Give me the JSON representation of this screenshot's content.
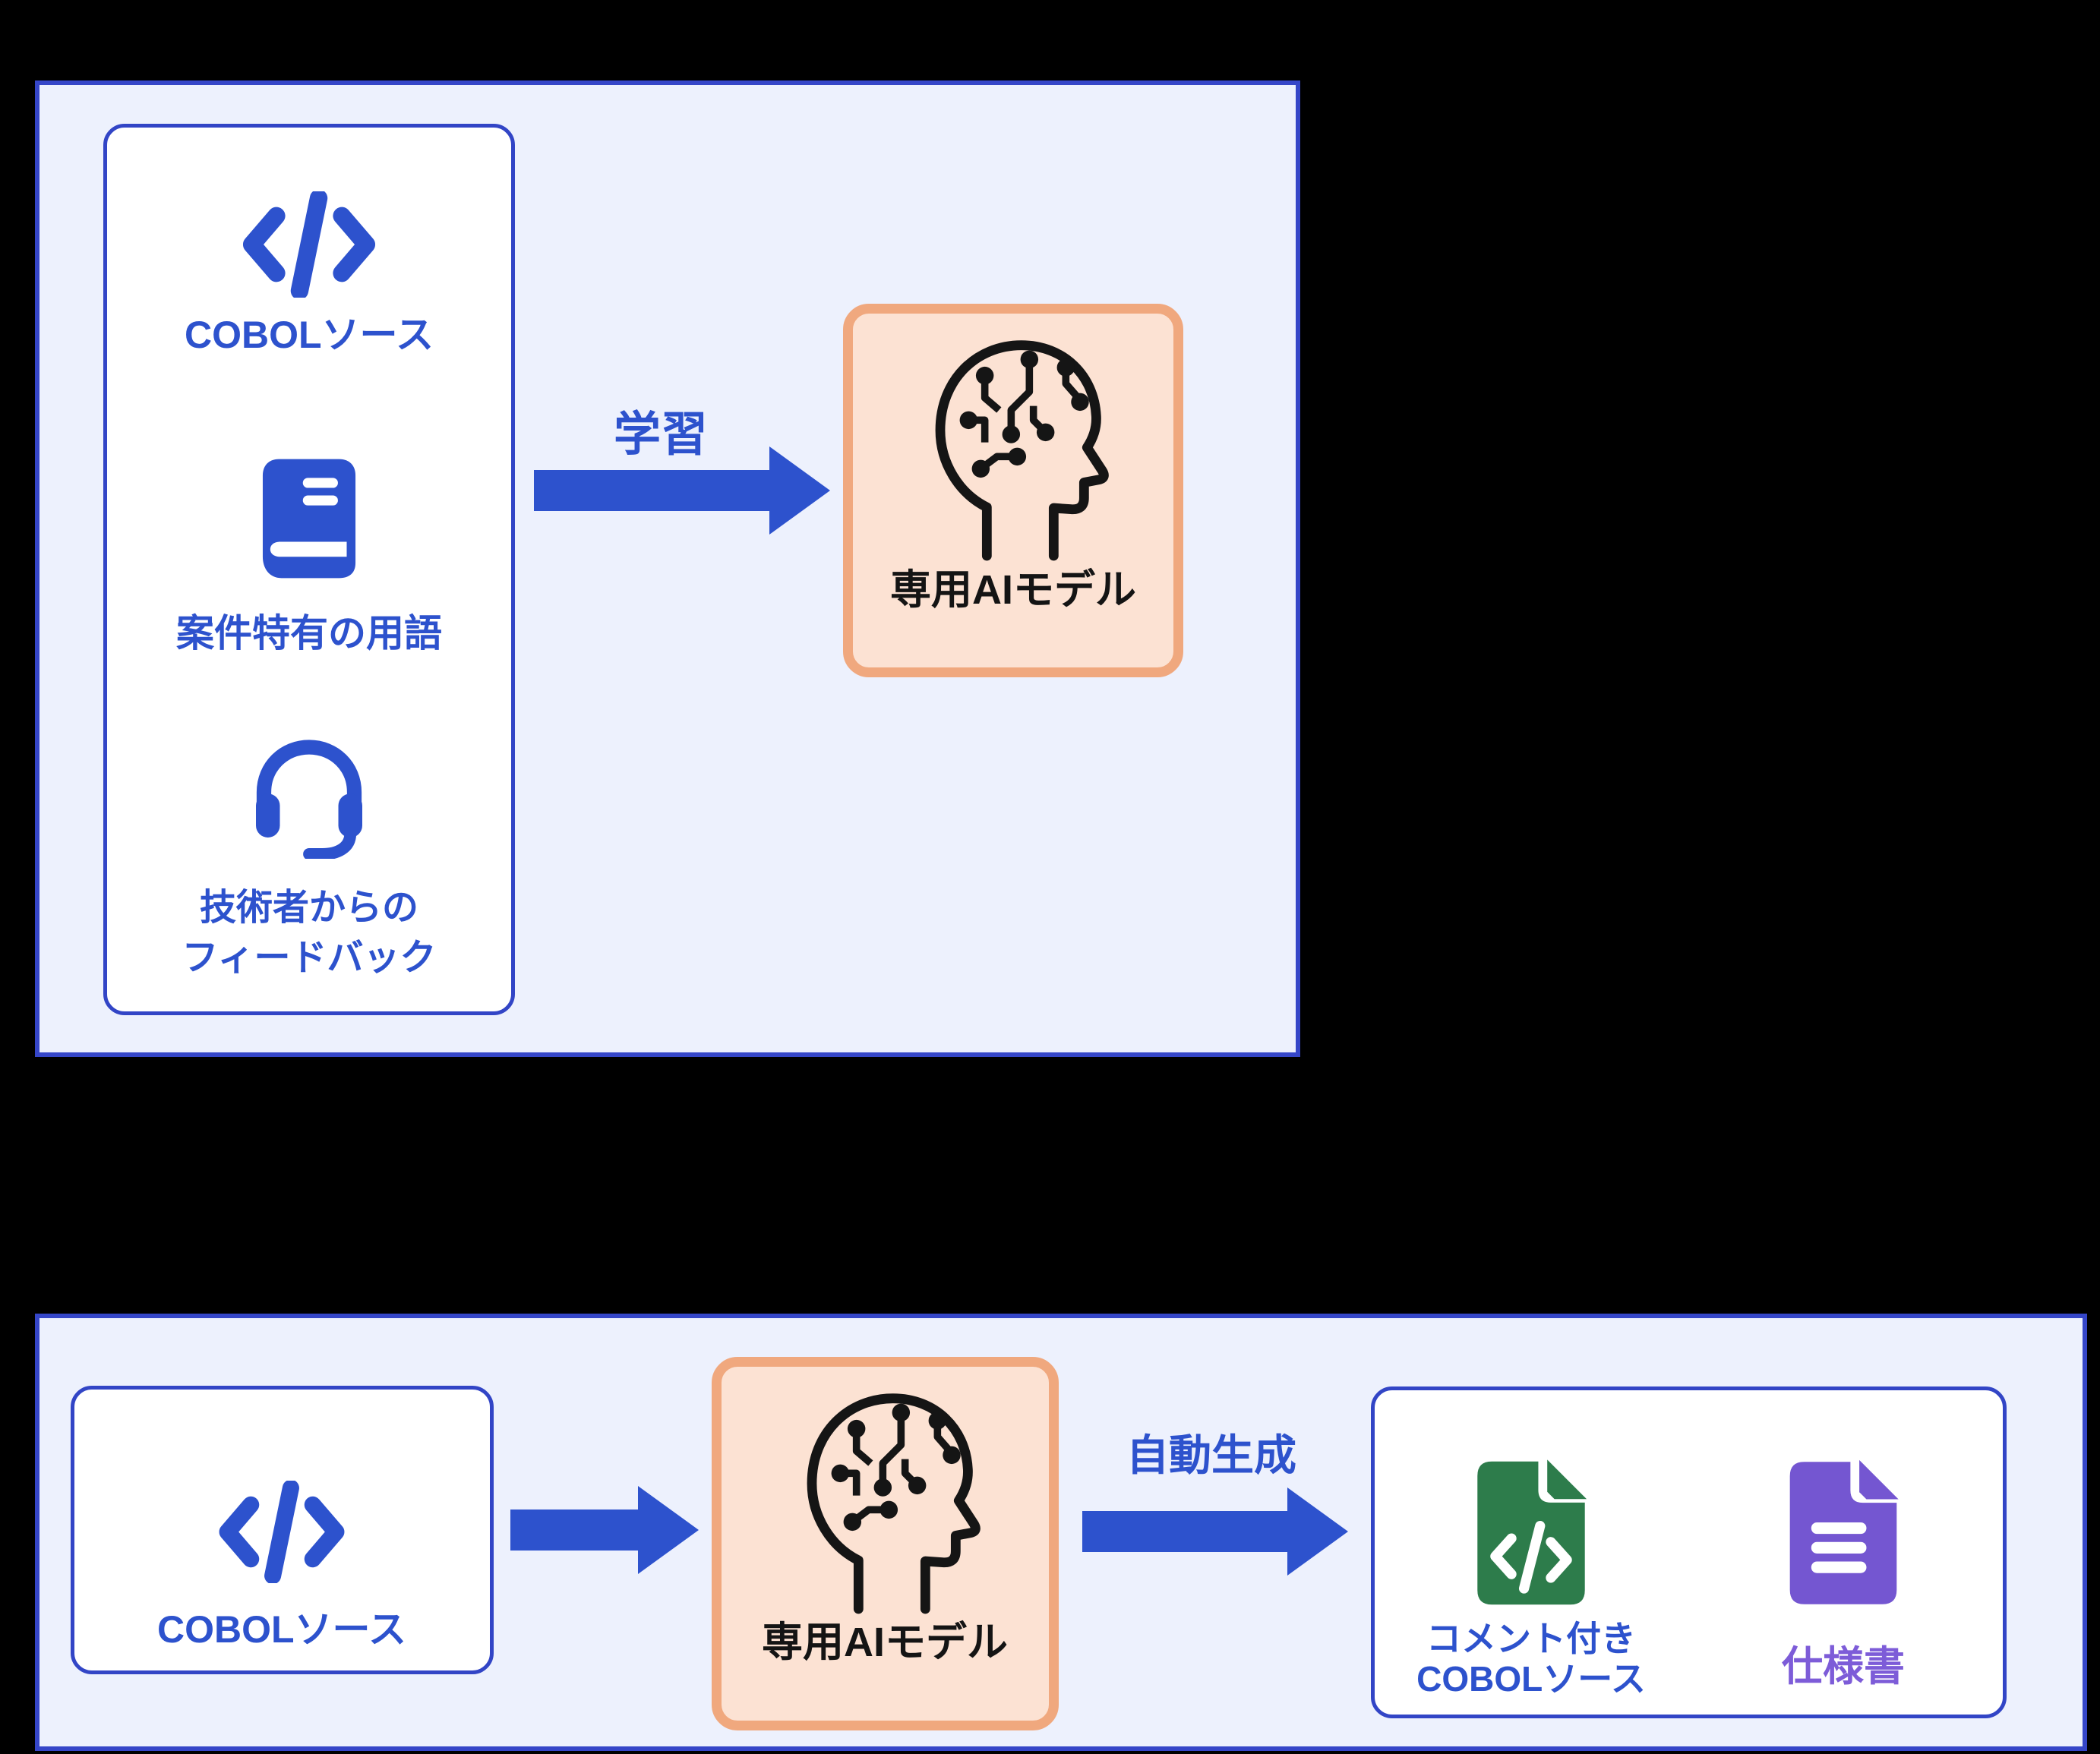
{
  "diagram": {
    "type": "flow-diagram",
    "language": "ja"
  },
  "colors": {
    "background": "#000000",
    "panel_fill": "#edf1fd",
    "panel_border": "#3546c8",
    "box_border": "#3245c6",
    "accent_blue": "#2d52cd",
    "model_fill": "#fce2d3",
    "model_border": "#f0a87e",
    "model_text": "#141414",
    "green_icon": "#2d7c4b",
    "purple_icon": "#7456d1",
    "purple_text": "#7d5cd8"
  },
  "training": {
    "inputs": {
      "cobol": {
        "icon": "code-icon",
        "label": "COBOLソース"
      },
      "terms": {
        "icon": "book-icon",
        "label": "案件特有の用語"
      },
      "feedback": {
        "icon": "headset-icon",
        "label": "技術者からの\nフィードバック"
      }
    },
    "arrow_label": "学習",
    "model": {
      "icon": "ai-head-icon",
      "label": "専用AIモデル"
    }
  },
  "generation": {
    "source": {
      "icon": "code-icon",
      "label": "COBOLソース"
    },
    "model": {
      "icon": "ai-head-icon",
      "label": "専用AIモデル"
    },
    "arrow_label": "自動生成",
    "outputs": {
      "commented_source": {
        "icon": "file-code-icon",
        "label": "コメント付き\nCOBOLソース"
      },
      "spec": {
        "icon": "document-icon",
        "label": "仕様書"
      }
    }
  }
}
